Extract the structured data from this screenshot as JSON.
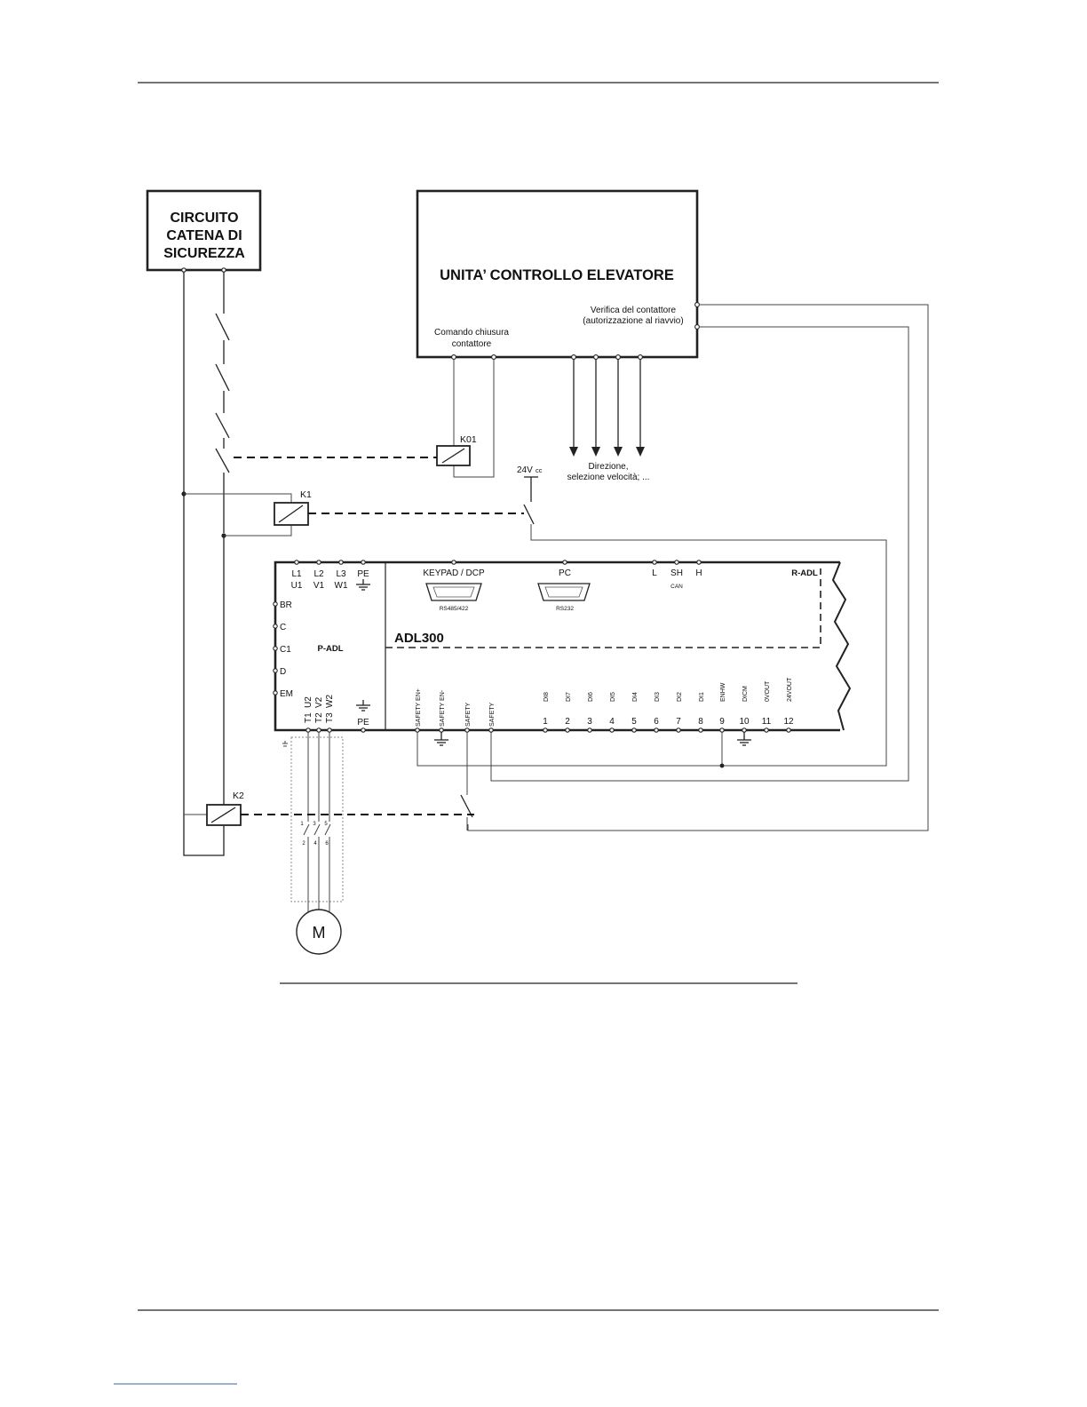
{
  "safety_box": {
    "line1": "CIRCUITO",
    "line2": "CATENA DI",
    "line3": "SICUREZZA"
  },
  "controller": {
    "title": "UNITA’ CONTROLLO ELEVATORE",
    "verify_line1": "Verifica del contattore",
    "verify_line2": "(autorizzazione al riavvio)",
    "cmd_line1": "Comando chiusura",
    "cmd_line2": "contattore"
  },
  "relays": {
    "k01": "K01",
    "k1": "K1",
    "k2": "K2"
  },
  "supply": {
    "label": "24V",
    "sub": "cc"
  },
  "direction": {
    "line1": "Direzione,",
    "line2": "selezione velocità; ..."
  },
  "drive": {
    "name": "ADL300",
    "power_section": "P-ADL",
    "regulation_section": "R-ADL",
    "top_power_terminals": [
      "L1",
      "L2",
      "L3",
      "PE"
    ],
    "top_power_sub": [
      "U1",
      "V1",
      "W1"
    ],
    "keypad": "KEYPAD / DCP",
    "keypad_sub": "RS485/422",
    "pc": "PC",
    "pc_sub": "RS232",
    "can_terminals": [
      "L",
      "SH",
      "H"
    ],
    "can_label": "CAN",
    "left_terminals": [
      "BR",
      "C",
      "C1",
      "D",
      "EM"
    ],
    "motor_terminals_top": [
      "U2",
      "V2",
      "W2"
    ],
    "motor_terminals_bottom": [
      "T1",
      "T2",
      "T3"
    ],
    "pe_bottom": "PE",
    "safety_terminals": [
      "SAFETY EN+",
      "SAFETY EN-",
      "SAFETY",
      "SAFETY"
    ],
    "io_labels": [
      "DI8",
      "DI7",
      "DI6",
      "DI5",
      "DI4",
      "DI3",
      "DI2",
      "DI1",
      "ENHW",
      "DICM",
      "0VOUT",
      "24VOUT"
    ],
    "io_numbers": [
      "1",
      "2",
      "3",
      "4",
      "5",
      "6",
      "7",
      "8",
      "9",
      "10",
      "11",
      "12"
    ]
  },
  "contact_numbers": {
    "top": [
      "1",
      "3",
      "5"
    ],
    "bottom": [
      "2",
      "4",
      "6"
    ]
  },
  "motor": {
    "label": "M"
  }
}
